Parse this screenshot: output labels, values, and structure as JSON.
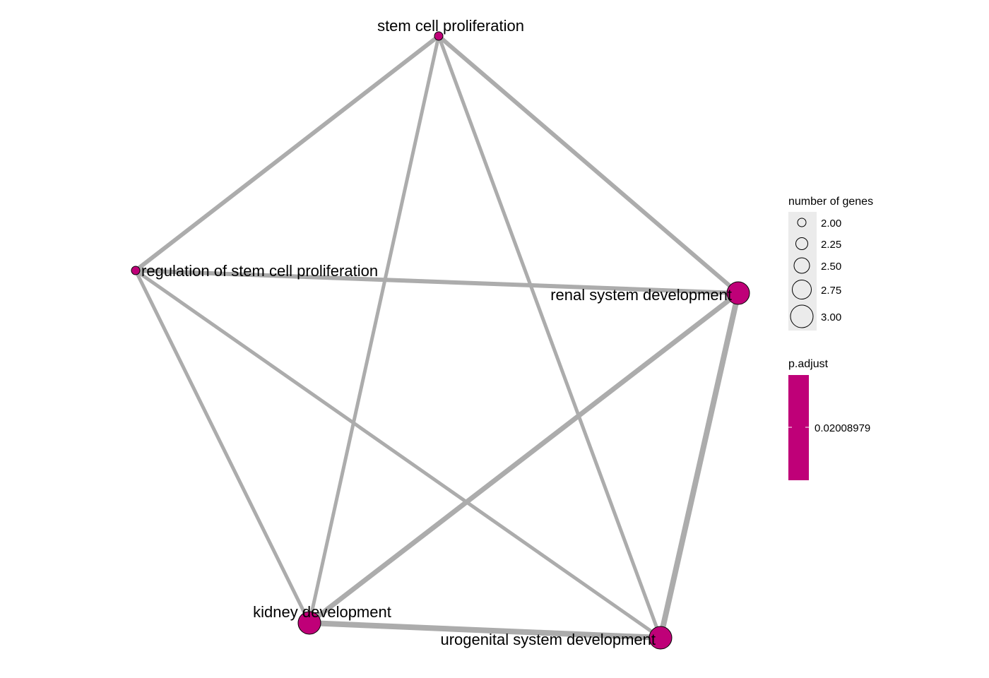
{
  "network": {
    "nodes": [
      {
        "id": "scp",
        "label": "stem cell proliferation",
        "genes": 2.0
      },
      {
        "id": "rscp",
        "label": "regulation of stem cell proliferation",
        "genes": 2.0
      },
      {
        "id": "rsd",
        "label": "renal system development",
        "genes": 3.0
      },
      {
        "id": "kd",
        "label": "kidney development",
        "genes": 3.0
      },
      {
        "id": "usd",
        "label": "urogenital system development",
        "genes": 3.0
      }
    ],
    "edges": [
      {
        "source": "scp",
        "target": "rscp"
      },
      {
        "source": "scp",
        "target": "rsd"
      },
      {
        "source": "scp",
        "target": "kd"
      },
      {
        "source": "scp",
        "target": "usd"
      },
      {
        "source": "rscp",
        "target": "rsd"
      },
      {
        "source": "rscp",
        "target": "kd"
      },
      {
        "source": "rscp",
        "target": "usd"
      },
      {
        "source": "rsd",
        "target": "kd"
      },
      {
        "source": "rsd",
        "target": "usd"
      },
      {
        "source": "kd",
        "target": "usd"
      }
    ]
  },
  "legend": {
    "size": {
      "title": "number of genes",
      "items": [
        {
          "value": 2.0,
          "label": "2.00"
        },
        {
          "value": 2.25,
          "label": "2.25"
        },
        {
          "value": 2.5,
          "label": "2.50"
        },
        {
          "value": 2.75,
          "label": "2.75"
        },
        {
          "value": 3.0,
          "label": "3.00"
        }
      ]
    },
    "color": {
      "title": "p.adjust",
      "value_label": "0.02008979",
      "color": "#bf0078"
    }
  },
  "colors": {
    "node_fill": "#bf0078",
    "edge": "#acacac",
    "legend_key_bg": "#ebebeb"
  }
}
